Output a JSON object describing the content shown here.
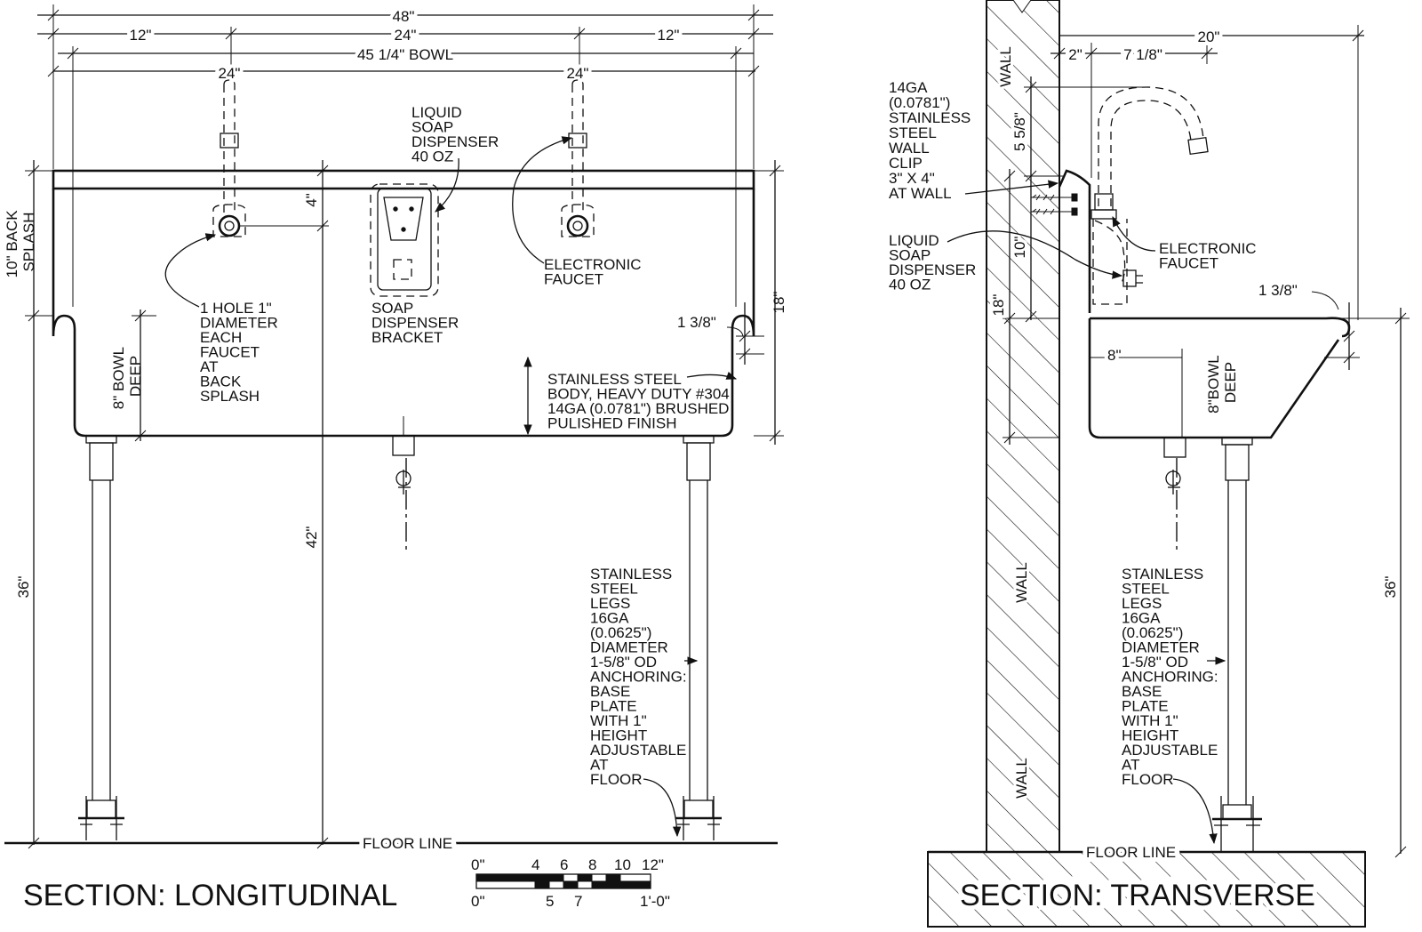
{
  "longitudinal": {
    "title": "SECTION: LONGITUDINAL",
    "dims": {
      "overall": "48\"",
      "left_12": "12\"",
      "center_24": "24\"",
      "right_12": "12\"",
      "bowl": "45 1/4\" BOWL",
      "faucet_left_24": "24\"",
      "faucet_right_24": "24\"",
      "four": "4\"",
      "forty_two": "42\"",
      "thirty_six": "36\"",
      "eighteen": "18\"",
      "one_three_eighths": "1 3/8\""
    },
    "labels": {
      "back_splash": [
        "10\" BACK",
        "SPLASH"
      ],
      "bowl_deep": [
        "8\" BOWL",
        "DEEP"
      ],
      "liquid_soap": [
        "LIQUID",
        "SOAP",
        "DISPENSER",
        "40 OZ"
      ],
      "hole": [
        "1 HOLE 1\"",
        "DIAMETER",
        "EACH",
        "FAUCET",
        "AT",
        "BACK",
        "SPLASH"
      ],
      "soap_bracket": [
        "SOAP",
        "DISPENSER",
        "BRACKET"
      ],
      "electronic_faucet": [
        "ELECTRONIC",
        "FAUCET"
      ],
      "body": [
        "STAINLESS STEEL",
        "BODY, HEAVY DUTY #304",
        "14GA (0.0781\") BRUSHED",
        "PULISHED FINISH"
      ],
      "legs": [
        "STAINLESS",
        "STEEL",
        "LEGS",
        "16GA",
        "(0.0625\")",
        "DIAMETER",
        "1-5/8\" OD",
        "ANCHORING:",
        "BASE",
        "PLATE",
        "WITH 1\"",
        "HEIGHT",
        "ADJUSTABLE",
        "AT",
        "FLOOR"
      ],
      "floor_line": "FLOOR LINE"
    },
    "scale": {
      "top_labels": [
        "0\"",
        "4",
        "6",
        "8",
        "10",
        "12\""
      ],
      "bottom_labels": [
        "0\"",
        "5",
        "7",
        "1'-0\""
      ]
    }
  },
  "transverse": {
    "title": "SECTION: TRANSVERSE",
    "dims": {
      "twenty": "20\"",
      "two": "2\"",
      "seven_one_eighth": "7 1/8\"",
      "five_five_eighths": "5 5/8\"",
      "ten": "10\"",
      "eighteen": "18\"",
      "eight": "8\"",
      "one_three_eighths": "1 3/8\"",
      "thirty_six": "36\""
    },
    "labels": {
      "wall_clip": [
        "14GA",
        "(0.0781\")",
        "STAINLESS",
        "STEEL",
        "WALL",
        "CLIP",
        "3\" X 4\"",
        "AT WALL"
      ],
      "liquid_soap": [
        "LIQUID",
        "SOAP",
        "DISPENSER",
        "40 OZ"
      ],
      "electronic_faucet": [
        "ELECTRONIC",
        "FAUCET"
      ],
      "bowl_deep": [
        "8\"BOWL",
        "DEEP"
      ],
      "legs": [
        "STAINLESS",
        "STEEL",
        "LEGS",
        "16GA",
        "(0.0625\")",
        "DIAMETER",
        "1-5/8\" OD",
        "ANCHORING:",
        "BASE",
        "PLATE",
        "WITH 1\"",
        "HEIGHT",
        "ADJUSTABLE",
        "AT",
        "FLOOR"
      ],
      "wall": "WALL",
      "floor_line": "FLOOR LINE"
    }
  }
}
